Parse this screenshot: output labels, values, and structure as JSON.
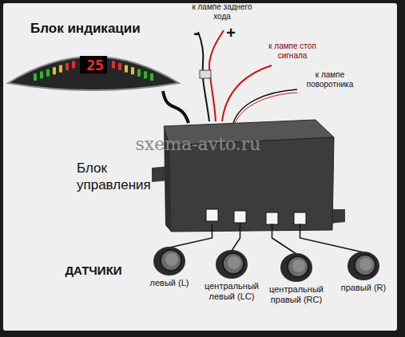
{
  "diagram": {
    "nodes": [
      {
        "text": [
          "Блок индикации",
          "25"
        ]
      },
      {
        "text": [
          "Блок управления"
        ]
      },
      {
        "text": [
          "левый (L)"
        ]
      },
      {
        "text": [
          "центральный левый (LC)"
        ]
      },
      {
        "text": [
          "центральный правый (RC)"
        ]
      },
      {
        "text": [
          "правый (R)"
        ]
      }
    ],
    "edges": [
      {
        "from": 0,
        "to": 1,
        "arrow": "none"
      },
      {
        "from": 2,
        "to": 1,
        "arrow": "none"
      },
      {
        "from": 3,
        "to": 1,
        "arrow": "none"
      },
      {
        "from": 4,
        "to": 1,
        "arrow": "none"
      },
      {
        "from": 5,
        "to": 1,
        "arrow": "none"
      }
    ],
    "labels": [
      "к лампе заднего хода",
      "-",
      "+",
      "к лампе стоп сигнала",
      "к лампе поворотника",
      "sxema-avto.ru",
      "ДАТЧИКИ"
    ]
  }
}
